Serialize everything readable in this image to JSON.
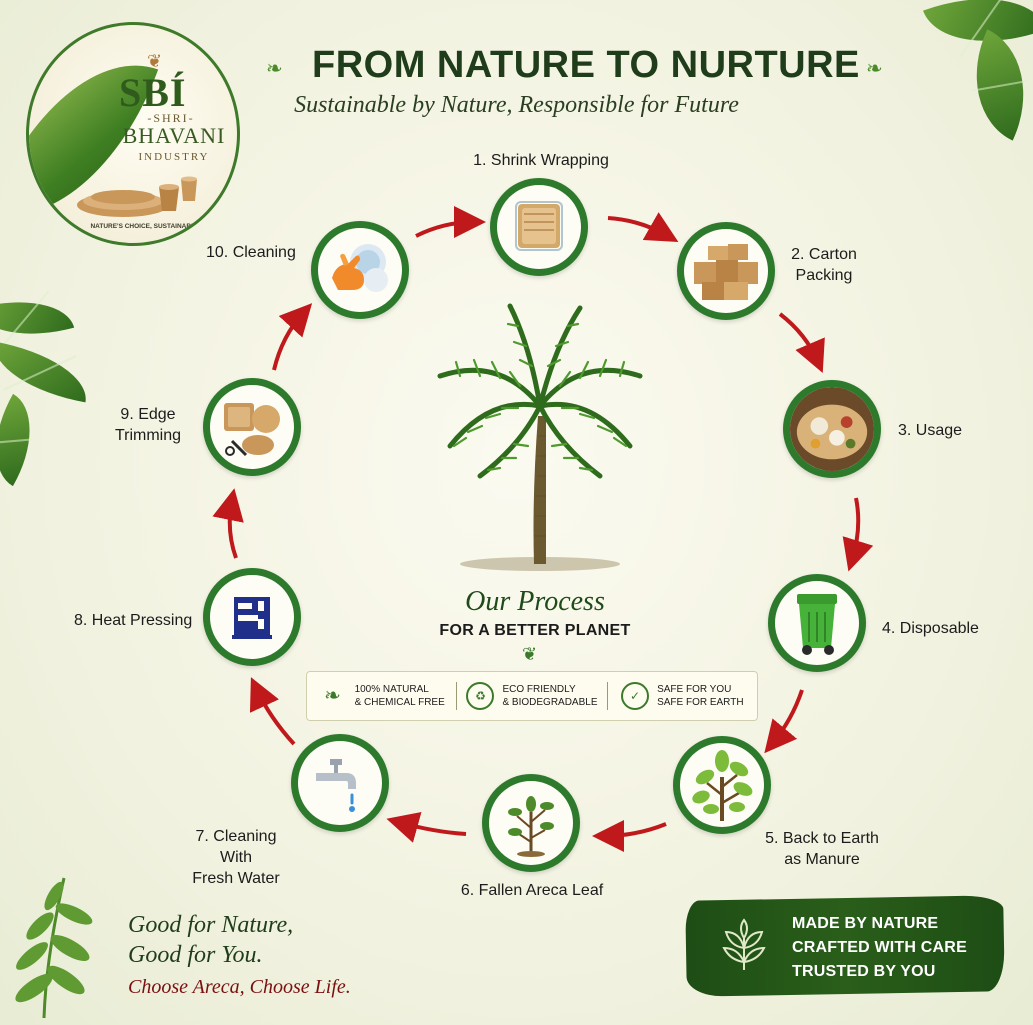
{
  "header": {
    "title": "FROM NATURE TO NURTURE",
    "subtitle": "Sustainable by Nature, Responsible for Future"
  },
  "logo": {
    "mark": "SBÍ",
    "shri": "-SHRI-",
    "name": "BHAVANI",
    "industry": "INDUSTRY",
    "tagline": "NATURE'S CHOICE, SUSTAINABLE FUTURE"
  },
  "steps": [
    {
      "label": "1. Shrink Wrapping",
      "icon": "shrink-wrap-icon"
    },
    {
      "label": "2. Carton\nPacking",
      "icon": "carton-box-icon"
    },
    {
      "label": "3. Usage",
      "icon": "food-plate-icon"
    },
    {
      "label": "4. Disposable",
      "icon": "dustbin-icon"
    },
    {
      "label": "5. Back to Earth\nas Manure",
      "icon": "plant-tree-icon"
    },
    {
      "label": "6. Fallen Areca Leaf",
      "icon": "sapling-icon"
    },
    {
      "label": "7. Cleaning With\nFresh Water",
      "icon": "water-tap-icon"
    },
    {
      "label": "8. Heat Pressing",
      "icon": "press-machine-icon"
    },
    {
      "label": "9. Edge\nTrimming",
      "icon": "trimming-icon"
    },
    {
      "label": "10. Cleaning",
      "icon": "cleaning-gloves-icon"
    }
  ],
  "center": {
    "heading": "Our Process",
    "subheading": "FOR A BETTER PLANET"
  },
  "badges": [
    {
      "line1": "100% NATURAL",
      "line2": "& CHEMICAL FREE",
      "icon": "leaf-icon"
    },
    {
      "line1": "ECO FRIENDLY",
      "line2": "& BIODEGRADABLE",
      "icon": "recycle-icon"
    },
    {
      "line1": "SAFE FOR YOU",
      "line2": "SAFE FOR EARTH",
      "icon": "check-leaf-icon"
    }
  ],
  "footer": {
    "line1": "Good for Nature,",
    "line2": "Good for You.",
    "line3": "Choose Areca, Choose Life.",
    "promise1": "MADE BY NATURE",
    "promise2": "CRAFTED WITH CARE",
    "promise3": "TRUSTED BY YOU"
  },
  "colors": {
    "ring": "#2d7a2d",
    "arrow": "#c0191c",
    "title": "#1f3d1a",
    "accent_red": "#7a1010"
  }
}
